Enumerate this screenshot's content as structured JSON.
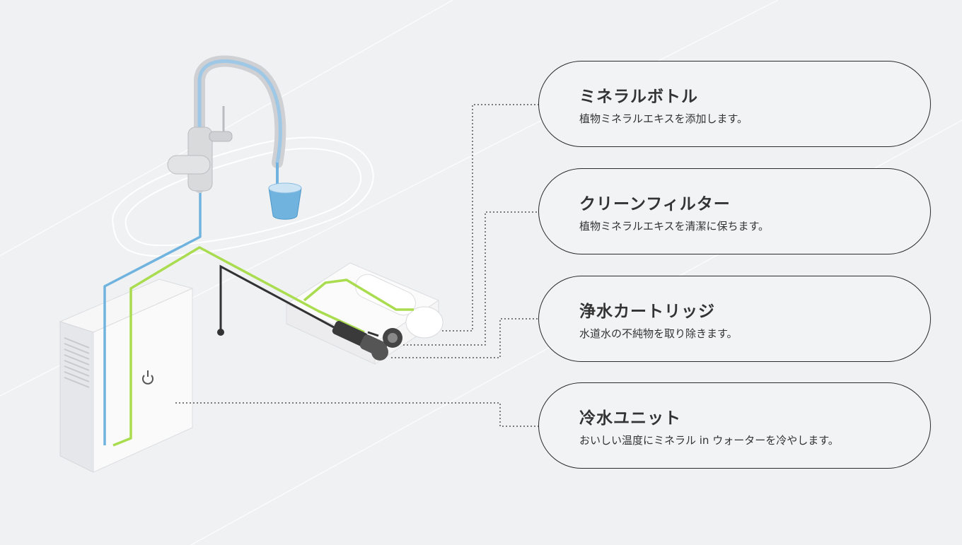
{
  "components": [
    {
      "title": "ミネラルボトル",
      "description": "植物ミネラルエキスを添加します。"
    },
    {
      "title": "クリーンフィルター",
      "description": "植物ミネラルエキスを清潔に保ちます。"
    },
    {
      "title": "浄水カートリッジ",
      "description": "水道水の不純物を取り除きます。"
    },
    {
      "title": "冷水ユニット",
      "description": "おいしい温度にミネラル in ウォーターを冷やします。"
    }
  ],
  "colors": {
    "background": "#f0f1f3",
    "cold_water_line": "#6fb3de",
    "mineral_line": "#a9dc4f",
    "drain_line": "#333333",
    "card_border": "#2b2b2b",
    "text": "#333333"
  },
  "icons": [
    "faucet-icon",
    "water-cup-icon",
    "chiller-unit-icon",
    "cartridge-unit-icon",
    "power-icon"
  ]
}
